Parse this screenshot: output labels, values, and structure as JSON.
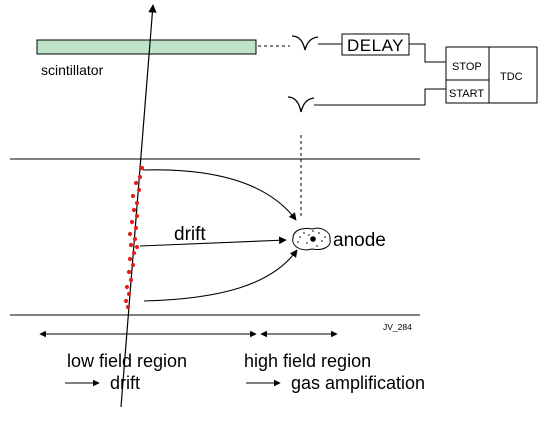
{
  "labels": {
    "scintillator": "scintillator",
    "delay": "DELAY",
    "stop": "STOP",
    "start": "START",
    "tdc": "TDC",
    "drift_arrow": "drift",
    "anode": "anode",
    "figure_id": "JV_284",
    "low_field": "low field region",
    "high_field": "high field region",
    "low_field_sub": "drift",
    "high_field_sub": "gas amplification"
  },
  "colors": {
    "scintillator_fill": "#bfe3c9",
    "electron": "#e0201c",
    "line": "#000000"
  }
}
